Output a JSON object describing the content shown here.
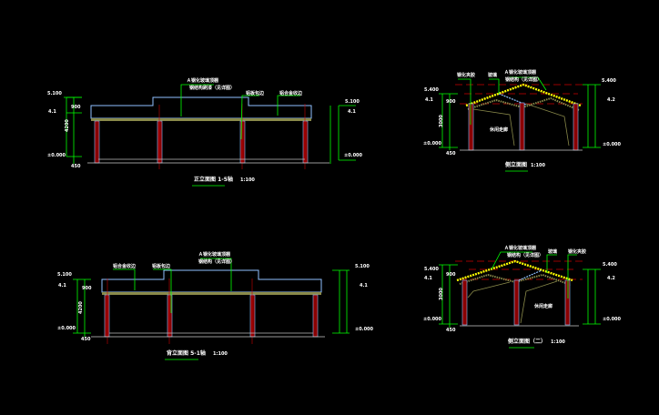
{
  "colors": {
    "background": "#000000",
    "outline": "#8fc1ff",
    "dimension": "#00ff00",
    "column": "#8b0000",
    "axis": "#cc0000",
    "hatch": "#8a8a4a",
    "roof": "#ffff00",
    "text": "#ffffff"
  },
  "drawings": [
    {
      "title": "正立面图 1-5轴",
      "scale": "1:100",
      "levels": [
        "5.100",
        "4.1",
        "±0.000"
      ],
      "levels_right": [
        "5.100",
        "4.1",
        "±0.000"
      ],
      "dims": [
        "900",
        "4200",
        "450"
      ],
      "callouts": [
        "Ａ钢化玻璃顶棚",
        "钢结构刷漆（见详图）",
        "铝板包边",
        "铝合金收边"
      ]
    },
    {
      "title": "侧立面图",
      "scale": "1:100",
      "levels": [
        "5.400",
        "4.1",
        "±0.000"
      ],
      "levels_right": [
        "5.400",
        "4.2",
        "±0.000"
      ],
      "dims": [
        "900",
        "3000",
        "450"
      ],
      "callouts": [
        "钢化夹胶",
        "玻璃",
        "Ａ钢化玻璃顶棚",
        "钢结构（见详图）"
      ],
      "room": "休闲走廊"
    },
    {
      "title": "背立面图 5-1轴",
      "scale": "1:100",
      "levels": [
        "5.100",
        "4.1",
        "±0.000"
      ],
      "levels_right": [
        "5.100",
        "4.1",
        "±0.000"
      ],
      "dims": [
        "900",
        "4200",
        "450"
      ],
      "callouts": [
        "铝合金收边",
        "铝板包边",
        "Ａ钢化玻璃顶棚",
        "钢结构（见详图）"
      ]
    },
    {
      "title": "侧立面图（二）",
      "scale": "1:100",
      "levels": [
        "5.400",
        "4.1",
        "±0.000"
      ],
      "levels_right": [
        "5.400",
        "4.2",
        "±0.000"
      ],
      "dims": [
        "900",
        "3000",
        "450"
      ],
      "callouts": [
        "Ａ钢化玻璃顶棚",
        "钢结构（见详图）",
        "玻璃",
        "钢化夹胶"
      ],
      "room": "休闲走廊"
    }
  ]
}
